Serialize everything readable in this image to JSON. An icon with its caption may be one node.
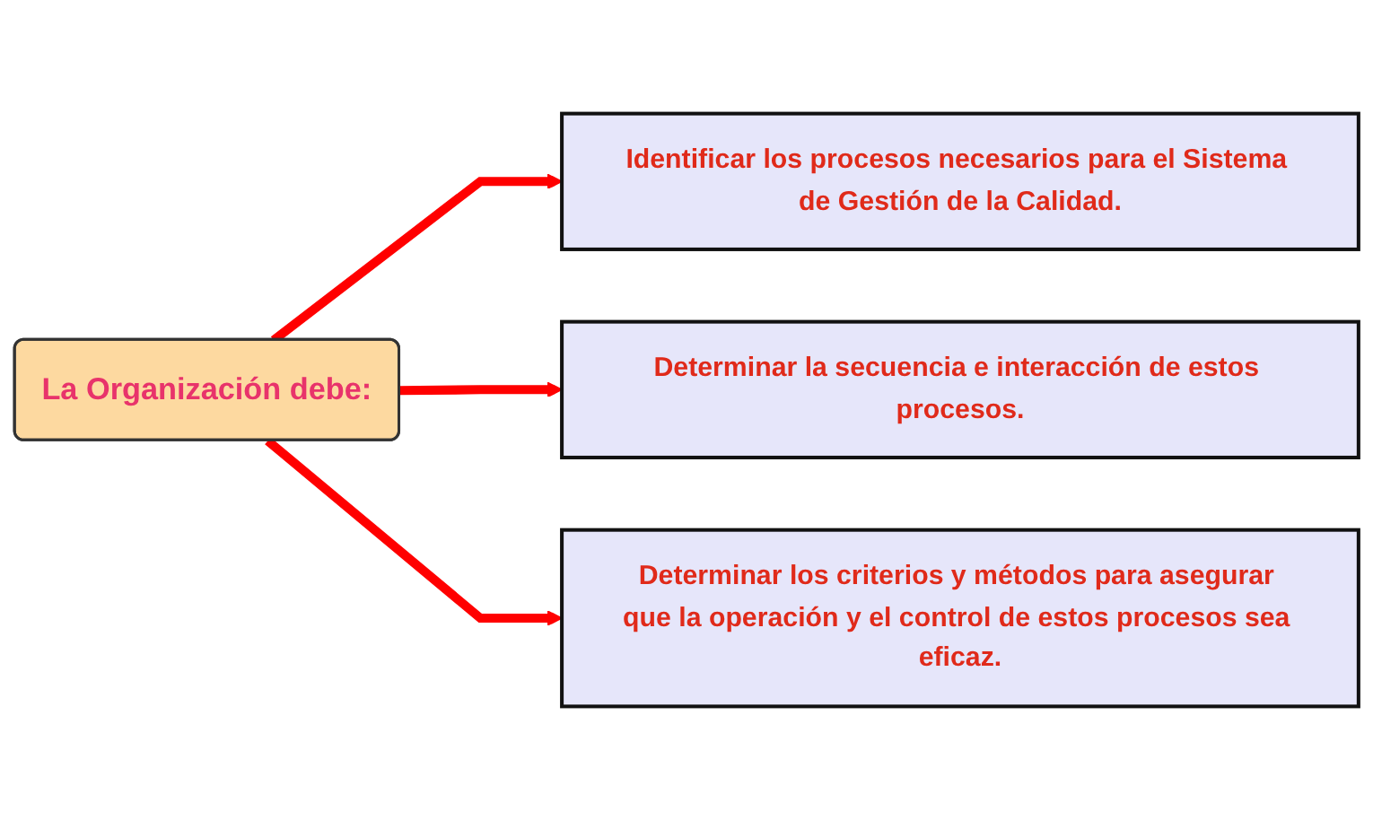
{
  "diagram": {
    "nodes": [
      {
        "text": [
          "La Organización debe:"
        ]
      },
      {
        "text": [
          "Identificar los procesos necesarios para el Sistema de Gestión de la Calidad."
        ]
      },
      {
        "text": [
          "Determinar la secuencia e interacción de estos procesos."
        ]
      },
      {
        "text": [
          "Determinar los criterios y métodos para asegurar que la operación y el control de estos procesos sea eficaz."
        ]
      }
    ],
    "edges": [
      {
        "from": 0,
        "to": 1,
        "arrow": "to"
      },
      {
        "from": 0,
        "to": 2,
        "arrow": "to"
      },
      {
        "from": 0,
        "to": 3,
        "arrow": "to"
      }
    ]
  }
}
